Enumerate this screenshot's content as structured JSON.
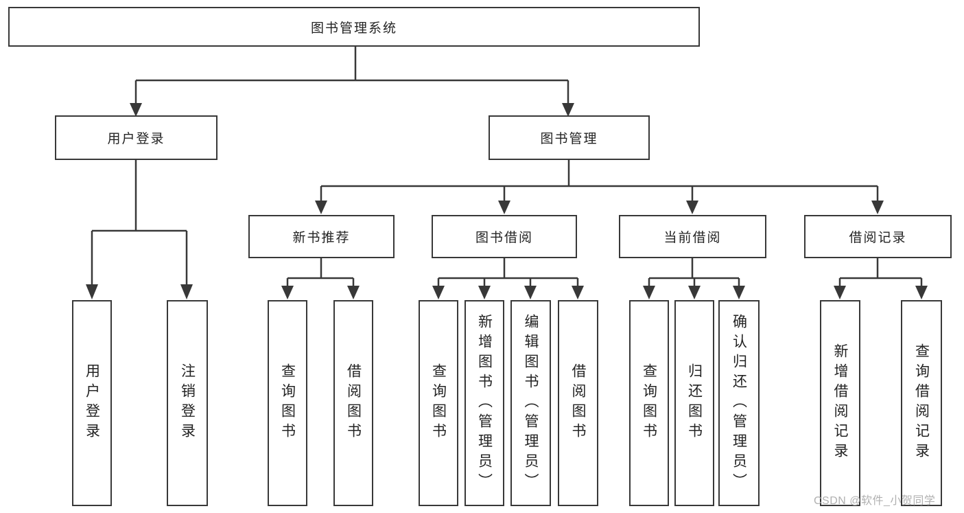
{
  "tree": {
    "root": {
      "label": "图书管理系统"
    },
    "branches": [
      {
        "label": "用户登录",
        "children": [
          {
            "label": "用户登录"
          },
          {
            "label": "注销登录"
          }
        ]
      },
      {
        "label": "图书管理",
        "children": [
          {
            "label": "新书推荐",
            "children": [
              {
                "label": "查询图书"
              },
              {
                "label": "借阅图书"
              }
            ]
          },
          {
            "label": "图书借阅",
            "children": [
              {
                "label": "查询图书"
              },
              {
                "label": "新增图书（管理员）"
              },
              {
                "label": "编辑图书（管理员）"
              },
              {
                "label": "借阅图书"
              }
            ]
          },
          {
            "label": "当前借阅",
            "children": [
              {
                "label": "查询图书"
              },
              {
                "label": "归还图书"
              },
              {
                "label": "确认归还（管理员）"
              }
            ]
          },
          {
            "label": "借阅记录",
            "children": [
              {
                "label": "新增借阅记录"
              },
              {
                "label": "查询借阅记录"
              }
            ]
          }
        ]
      }
    ]
  },
  "watermark": {
    "text": "CSDN @软件_小贺同学"
  },
  "colors": {
    "line": "#383838",
    "text": "#232323",
    "bg": "#ffffff",
    "watermark": "#b0b0b0"
  }
}
